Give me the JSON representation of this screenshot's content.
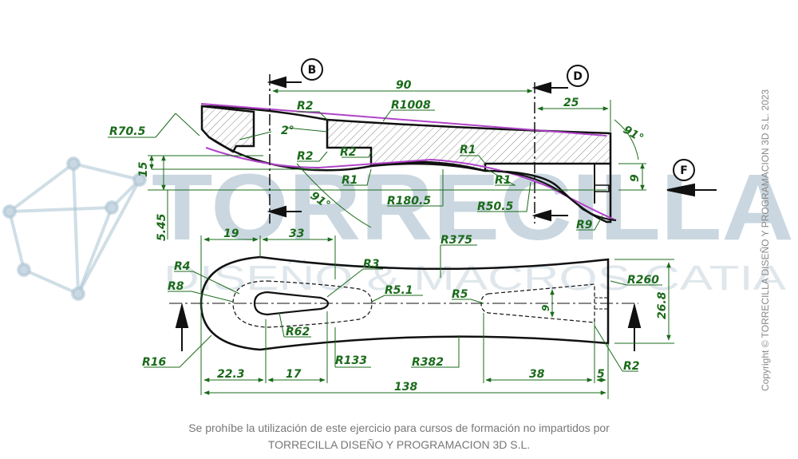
{
  "watermark": {
    "title": "TORRECILLA",
    "subtitle": "DISEÑO & MACROS CATIA"
  },
  "copyright": "Copyright © TORRECILLA DISEÑO Y PROGRAMACION 3D S.L. 2023",
  "footer": {
    "line1": "Se prohíbe la utilización de este ejercicio para cursos de formación no impartidos por",
    "line2": "TORRECILLA DISEÑO Y PROGRAMACION 3D S.L."
  },
  "section_labels": {
    "b": "B",
    "d": "D",
    "f": "F"
  },
  "front_view": {
    "r70_5": "R70.5",
    "r2_a": "R2",
    "r1008": "R1008",
    "r2_b": "R2",
    "r2_c": "R2",
    "angle_2": "2°",
    "r1_a": "R1",
    "r1_b": "R1",
    "r1_c": "R1",
    "r180_5": "R180.5",
    "r50_5": "R50.5",
    "r9": "R9",
    "angle_91_a": "91°",
    "angle_91_b": "91°",
    "d90": "90",
    "d25": "25",
    "d15": "15",
    "d9": "9",
    "d5_45": "5.45"
  },
  "top_view": {
    "r4": "R4",
    "r8": "R8",
    "r3": "R3",
    "r5_1": "R5.1",
    "r5": "R5",
    "r62": "R62",
    "r133": "R133",
    "r382": "R382",
    "r375": "R375",
    "r260": "R260",
    "r16": "R16",
    "r2": "R2",
    "d19": "19",
    "d33": "33",
    "d22_3": "22.3",
    "d17": "17",
    "d38": "38",
    "d5": "5",
    "d138": "138",
    "d9": "9",
    "d26_8": "26.8"
  }
}
